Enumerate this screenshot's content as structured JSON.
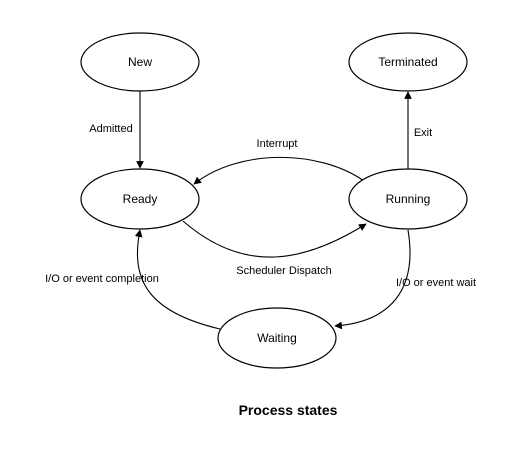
{
  "diagram": {
    "caption": "Process states",
    "states": {
      "new": "New",
      "terminated": "Terminated",
      "ready": "Ready",
      "running": "Running",
      "waiting": "Waiting"
    },
    "transitions": {
      "admitted": "Admitted",
      "interrupt": "Interrupt",
      "exit": "Exit",
      "scheduler_dispatch": "Scheduler Dispatch",
      "io_event_completion": "I/O or event completion",
      "io_event_wait": "I/O or event wait"
    }
  }
}
